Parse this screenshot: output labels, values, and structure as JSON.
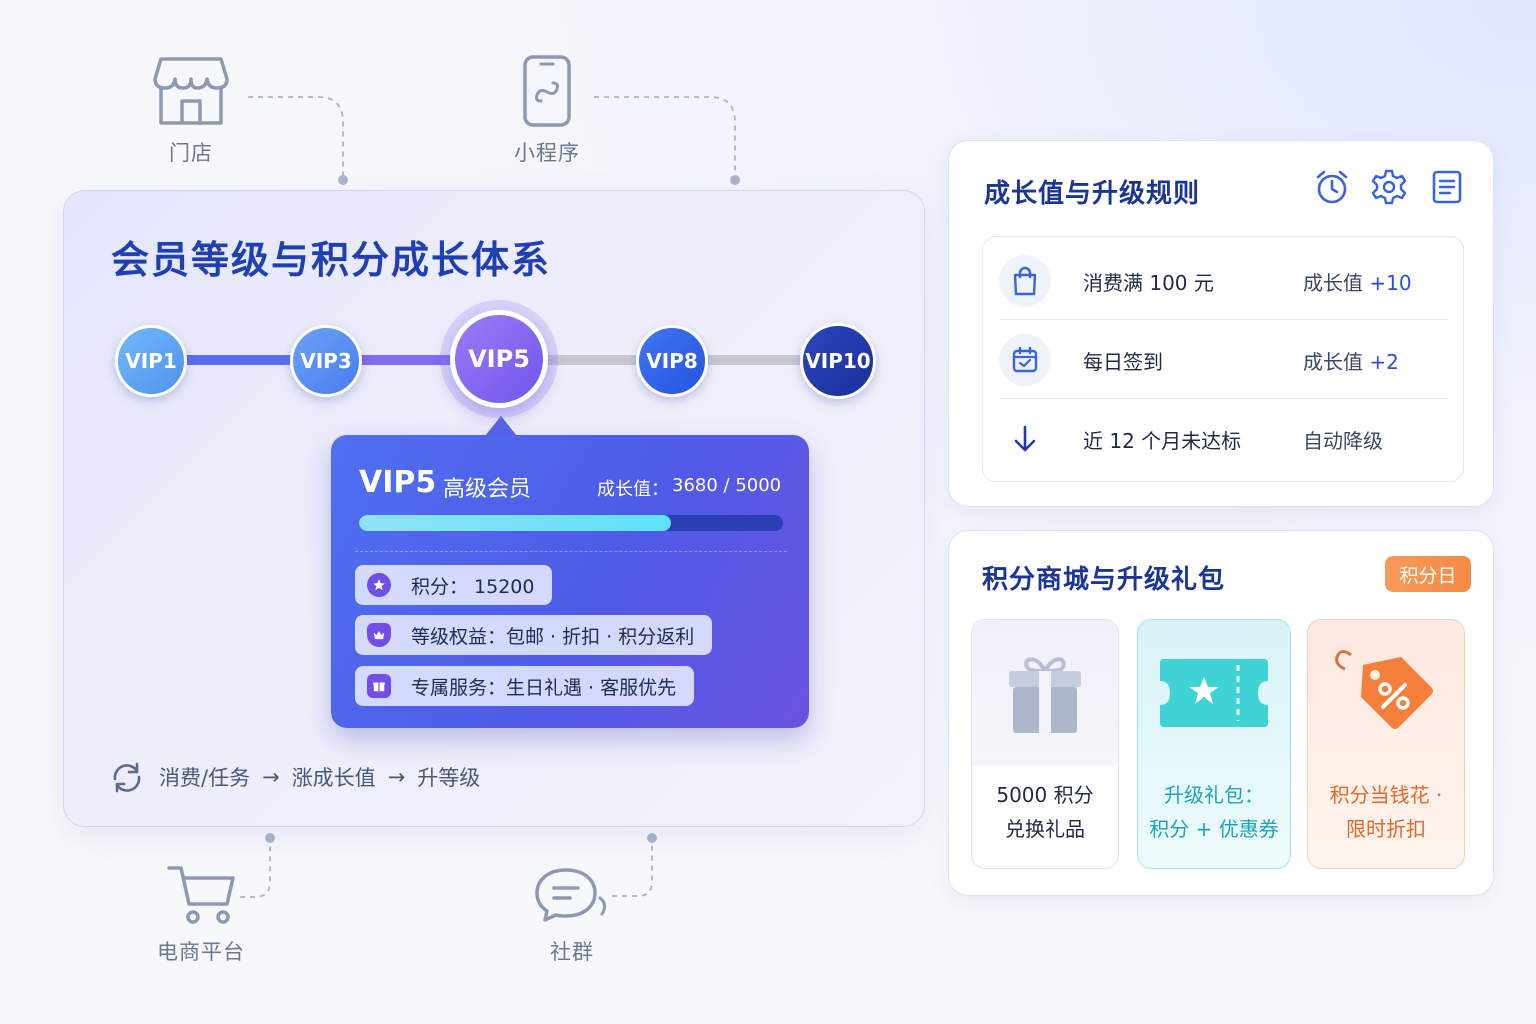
{
  "channels": {
    "store": "门店",
    "mini_program": "小程序",
    "ecommerce": "电商平台",
    "community": "社群"
  },
  "main": {
    "title": "会员等级与积分成长体系",
    "levels": [
      "VIP1",
      "VIP3",
      "VIP5",
      "VIP8",
      "VIP10"
    ],
    "current_level": {
      "level": "VIP5",
      "rank": "高级会员",
      "growth_label": "成长值：",
      "growth_value": "3680 / 5000",
      "growth_progress": 0.736,
      "points": "积分：  15200",
      "benefits": "等级权益：包邮 · 折扣 · 积分返利",
      "services": "专属服务：生日礼遇 · 客服优先"
    },
    "flow": {
      "step1": "消费/任务",
      "step2": "涨成长值",
      "step3": "升等级",
      "arrow": "→"
    }
  },
  "rules": {
    "title": "成长值与升级规则",
    "items": [
      {
        "condition": "消费满 100 元",
        "result_label": "成长值",
        "result_num": "+10"
      },
      {
        "condition": "每日签到",
        "result_label": "成长值",
        "result_num": "+2"
      },
      {
        "condition": "近 12 个月未达标",
        "result_label": "自动降级",
        "result_num": ""
      }
    ]
  },
  "mall": {
    "title": "积分商城与升级礼包",
    "badge": "积分日",
    "cards": [
      {
        "line1": "5000 积分",
        "line2": "兑换礼品"
      },
      {
        "line1": "升级礼包：",
        "line2": "积分 + 优惠券"
      },
      {
        "line1": "积分当钱花 ·",
        "line2": "限时折扣"
      }
    ]
  },
  "colors": {
    "accent": "#1f3fb5",
    "vip1": "#5aa6f2",
    "vip3": "#4d8af0",
    "vip5": "#7f5ff0",
    "vip8": "#2f62ea",
    "vip10": "#1e36a8",
    "orange": "#f58a45",
    "cyan": "#20c7c9"
  }
}
